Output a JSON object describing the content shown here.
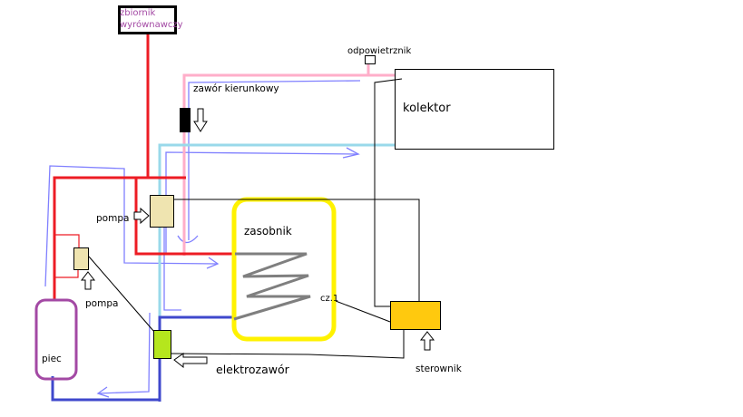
{
  "labels": {
    "expansion_tank": "zbiornik wyrównawczy",
    "air_vent": "odpowietrznik",
    "directional_valve": "zawór kierunkowy",
    "collector": "kolektor",
    "pump_main": "pompa",
    "pump_secondary": "pompa",
    "storage_tank": "zasobnik",
    "sensor": "cz.1",
    "controller": "sterownik",
    "solenoid_valve": "elektrozawór",
    "furnace": "piec"
  },
  "colors": {
    "hot_pipe": "#ed1c24",
    "solar_supply": "#ffaec9",
    "solar_return": "#99d9ea",
    "cold_pipe": "#3f48cc",
    "flow_arrow": "#7f7fff",
    "storage_tank": "#fff200",
    "coil": "#7f7f7f",
    "controller": "#ffc90e",
    "solenoid_valve": "#b5e61d",
    "pump": "#efe4b0",
    "furnace": "#a349a4",
    "expansion_tank_text": "#a349a4"
  }
}
